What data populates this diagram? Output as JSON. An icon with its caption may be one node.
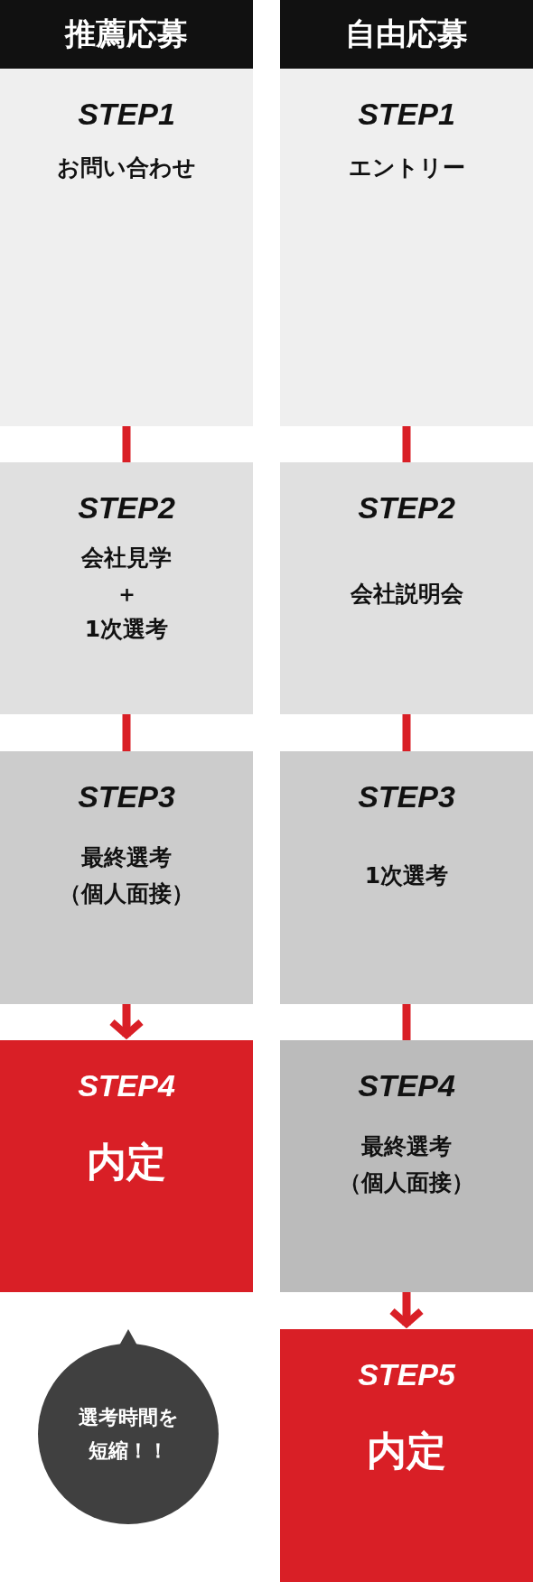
{
  "diagram": {
    "nodes": [
      {
        "text": [
          "推薦応募"
        ]
      },
      {
        "text": [
          "STEP1",
          "お問い合わせ"
        ]
      },
      {
        "text": [
          "STEP2",
          "会社見学",
          "＋",
          "1次選考"
        ]
      },
      {
        "text": [
          "STEP3",
          "最終選考",
          "（個人面接）"
        ]
      },
      {
        "text": [
          "STEP4",
          "内定"
        ]
      },
      {
        "text": [
          "選考時間を短縮！！"
        ]
      },
      {
        "text": [
          "自由応募"
        ]
      },
      {
        "text": [
          "STEP1",
          "エントリー"
        ]
      },
      {
        "text": [
          "STEP2",
          "会社説明会"
        ]
      },
      {
        "text": [
          "STEP3",
          "1次選考"
        ]
      },
      {
        "text": [
          "STEP4",
          "最終選考",
          "（個人面接）"
        ]
      },
      {
        "text": [
          "STEP5",
          "内定"
        ]
      }
    ],
    "edges": [
      {
        "from": 1,
        "to": 2,
        "arrow": "none"
      },
      {
        "from": 2,
        "to": 3,
        "arrow": "none"
      },
      {
        "from": 3,
        "to": 4,
        "arrow": "to"
      },
      {
        "from": 7,
        "to": 8,
        "arrow": "none"
      },
      {
        "from": 8,
        "to": 9,
        "arrow": "none"
      },
      {
        "from": 9,
        "to": 10,
        "arrow": "none"
      },
      {
        "from": 10,
        "to": 11,
        "arrow": "to"
      }
    ]
  }
}
